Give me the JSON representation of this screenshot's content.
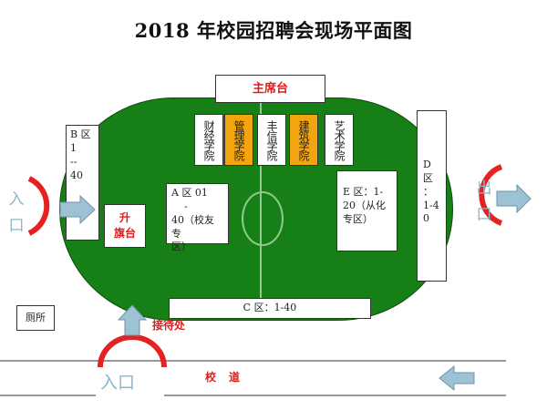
{
  "title": "2018 年校园招聘会现场平面图",
  "stage": "主席台",
  "colleges": [
    {
      "name": "财经学院",
      "highlight": false
    },
    {
      "name": "管理学院",
      "highlight": true
    },
    {
      "name": "丰信学院",
      "highlight": false
    },
    {
      "name": "建筑学院",
      "highlight": true
    },
    {
      "name": "艺术学院",
      "highlight": false
    }
  ],
  "zones": {
    "b": [
      "B 区",
      "1",
      "--",
      "40"
    ],
    "d": [
      "D",
      "区",
      "：",
      "1-4",
      "0"
    ],
    "a": [
      "A 区 01",
      "-",
      "40（校友专",
      "区）"
    ],
    "e": [
      "E 区：1-",
      "20（从化",
      "专区）"
    ],
    "c": "C 区：1-40"
  },
  "rise_stage": [
    "升",
    "旗台"
  ],
  "toilet": "厕所",
  "reception": "接待处",
  "road": "校道",
  "entrances": {
    "left": [
      "入",
      "口"
    ],
    "bottom": "入口"
  },
  "exit": [
    "出",
    "口"
  ],
  "colors": {
    "field": "#168016",
    "line": "#8fc98f",
    "red": "#e31b1b",
    "gold": "#f3a50f",
    "arrow": "#9cc2d4",
    "arrow_border": "#6f93a6",
    "sign": "#8ab7cc"
  }
}
